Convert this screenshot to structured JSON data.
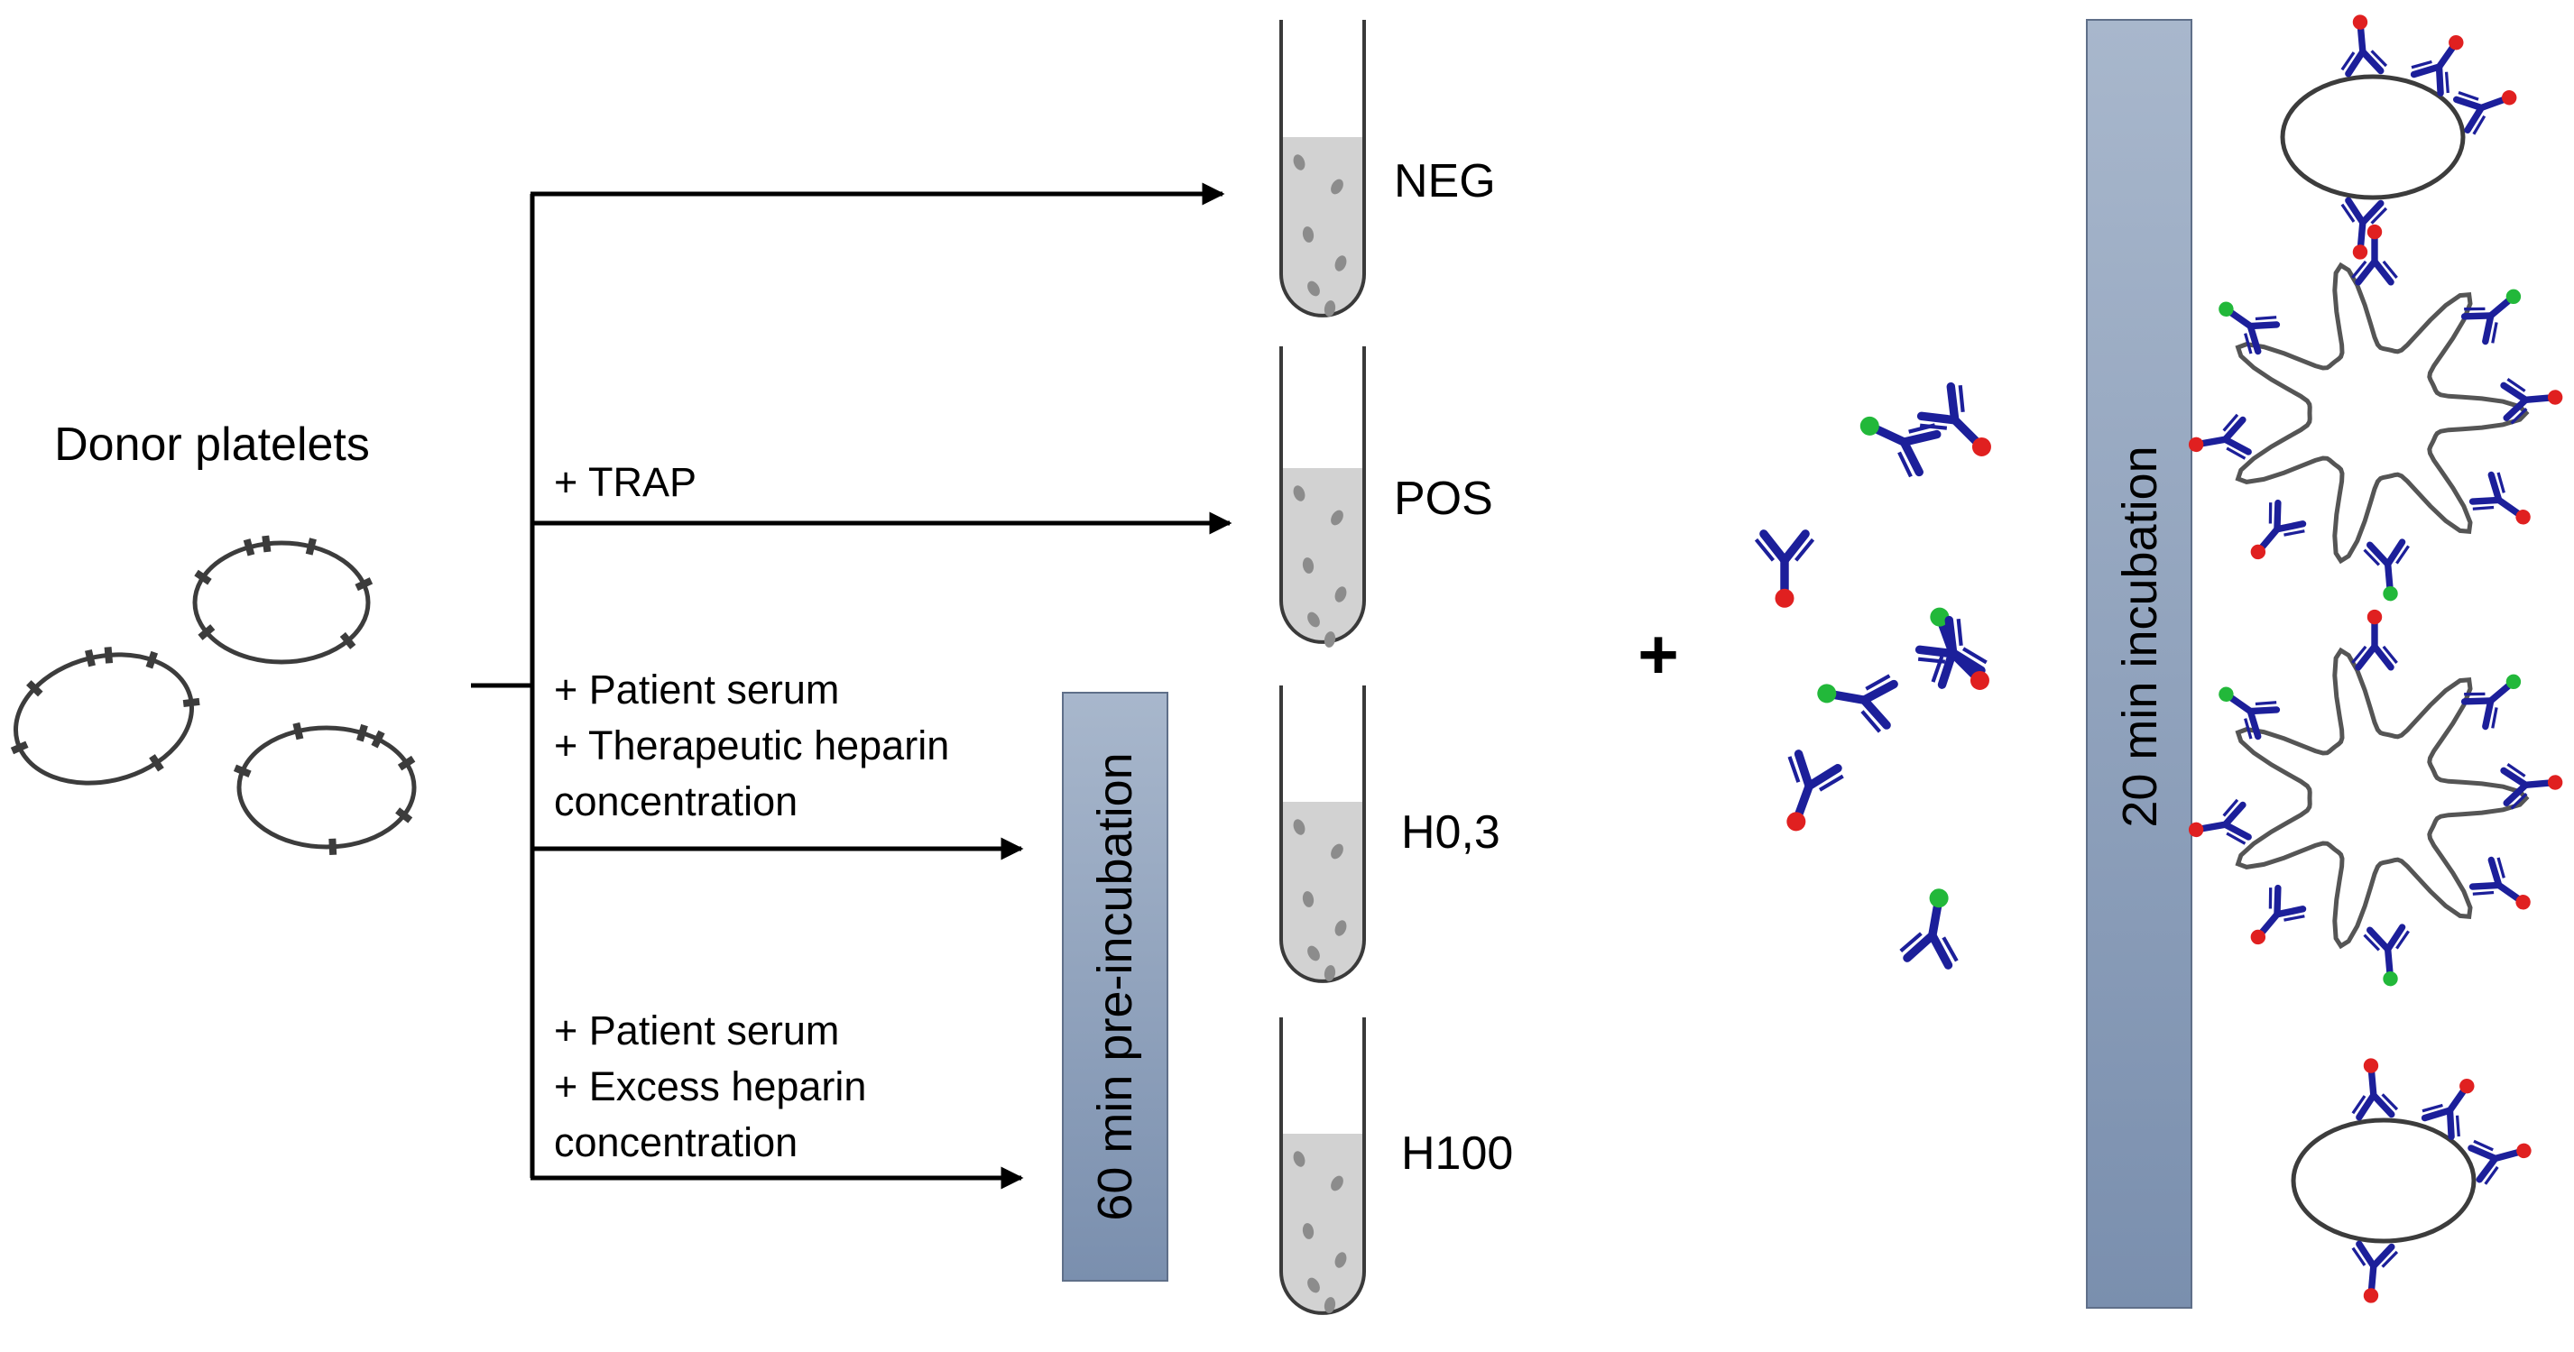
{
  "source_label": "Donor platelets",
  "branches": [
    {
      "id": "neg",
      "notes": [],
      "tube_label": "NEG"
    },
    {
      "id": "pos",
      "notes": [
        "+ TRAP"
      ],
      "tube_label": "POS"
    },
    {
      "id": "h03",
      "notes": [
        "+ Patient serum",
        "+ Therapeutic heparin",
        "concentration"
      ],
      "tube_label": "H0,3"
    },
    {
      "id": "h100",
      "notes": [
        "+ Patient serum",
        "+ Excess heparin",
        "concentration"
      ],
      "tube_label": "H100"
    }
  ],
  "preincubation_label": "60 min pre-incubation",
  "plus_sign": "+",
  "incubation_label": "20 min incubation",
  "colors": {
    "line": "#000000",
    "platelet_outline": "#3c3c3c",
    "antibody": "#1c1f9a",
    "antibody_tag_a": "#e02020",
    "antibody_tag_b": "#22b83a",
    "tube_liquid": "#d2d2d2",
    "bar_top": "#a8b7cc",
    "bar_bottom": "#7a8fae"
  }
}
